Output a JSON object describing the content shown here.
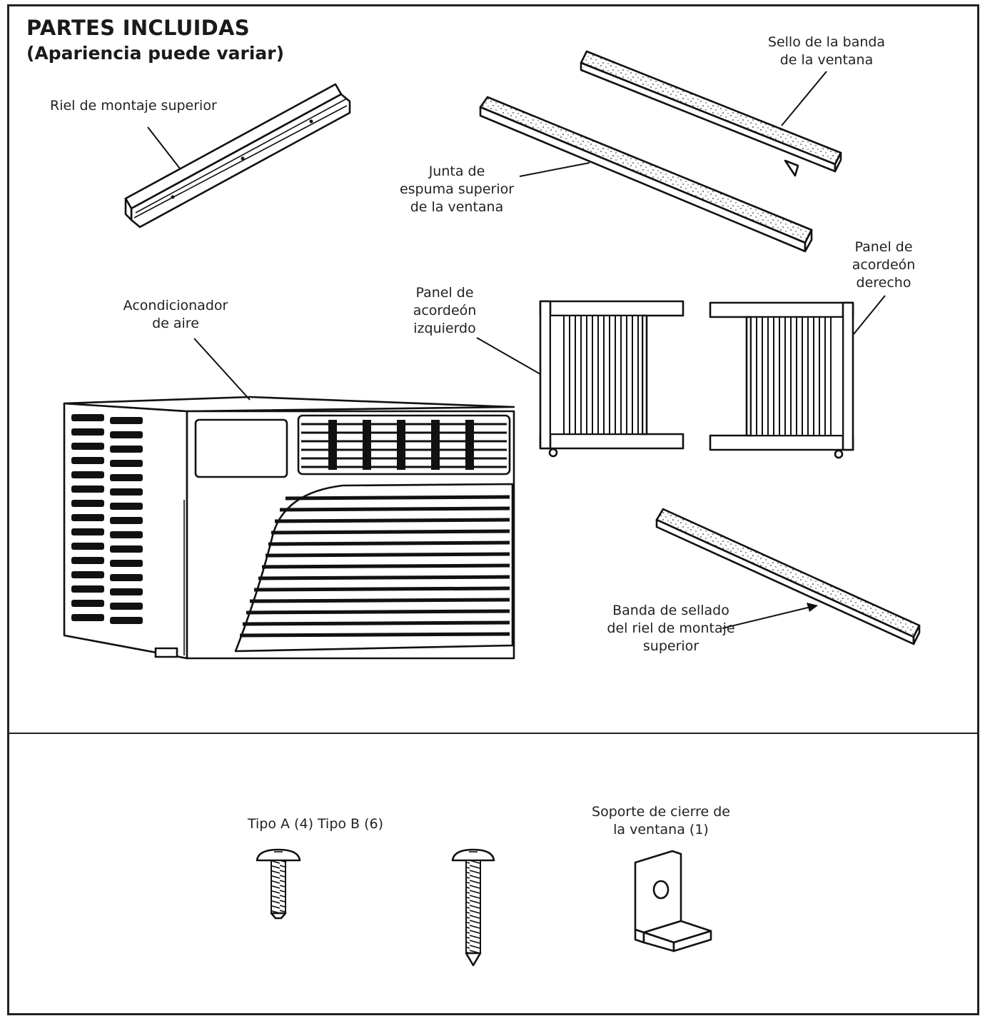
{
  "heading": {
    "title": "PARTES INCLUIDAS",
    "subtitle": "(Apariencia puede variar)"
  },
  "labels": {
    "top_rail": "Riel de montaje superior",
    "sash_seal_1": "Sello de la banda",
    "sash_seal_2": "de la ventana",
    "foam_gasket_1": "Junta de",
    "foam_gasket_2": "espuma superior",
    "foam_gasket_3": "de la ventana",
    "air_conditioner_1": "Acondicionador",
    "air_conditioner_2": "de aire",
    "left_panel_1": "Panel de",
    "left_panel_2": "acordeón",
    "left_panel_3": "izquierdo",
    "right_panel_1": "Panel de",
    "right_panel_2": "acordeón",
    "right_panel_3": "derecho",
    "rail_seal_1": "Banda de sellado",
    "rail_seal_2": "del riel de montaje",
    "rail_seal_3": "superior",
    "screws": "Tipo A (4) Tipo B (6)",
    "bracket_1": "Soporte de cierre de",
    "bracket_2": "la ventana (1)"
  }
}
